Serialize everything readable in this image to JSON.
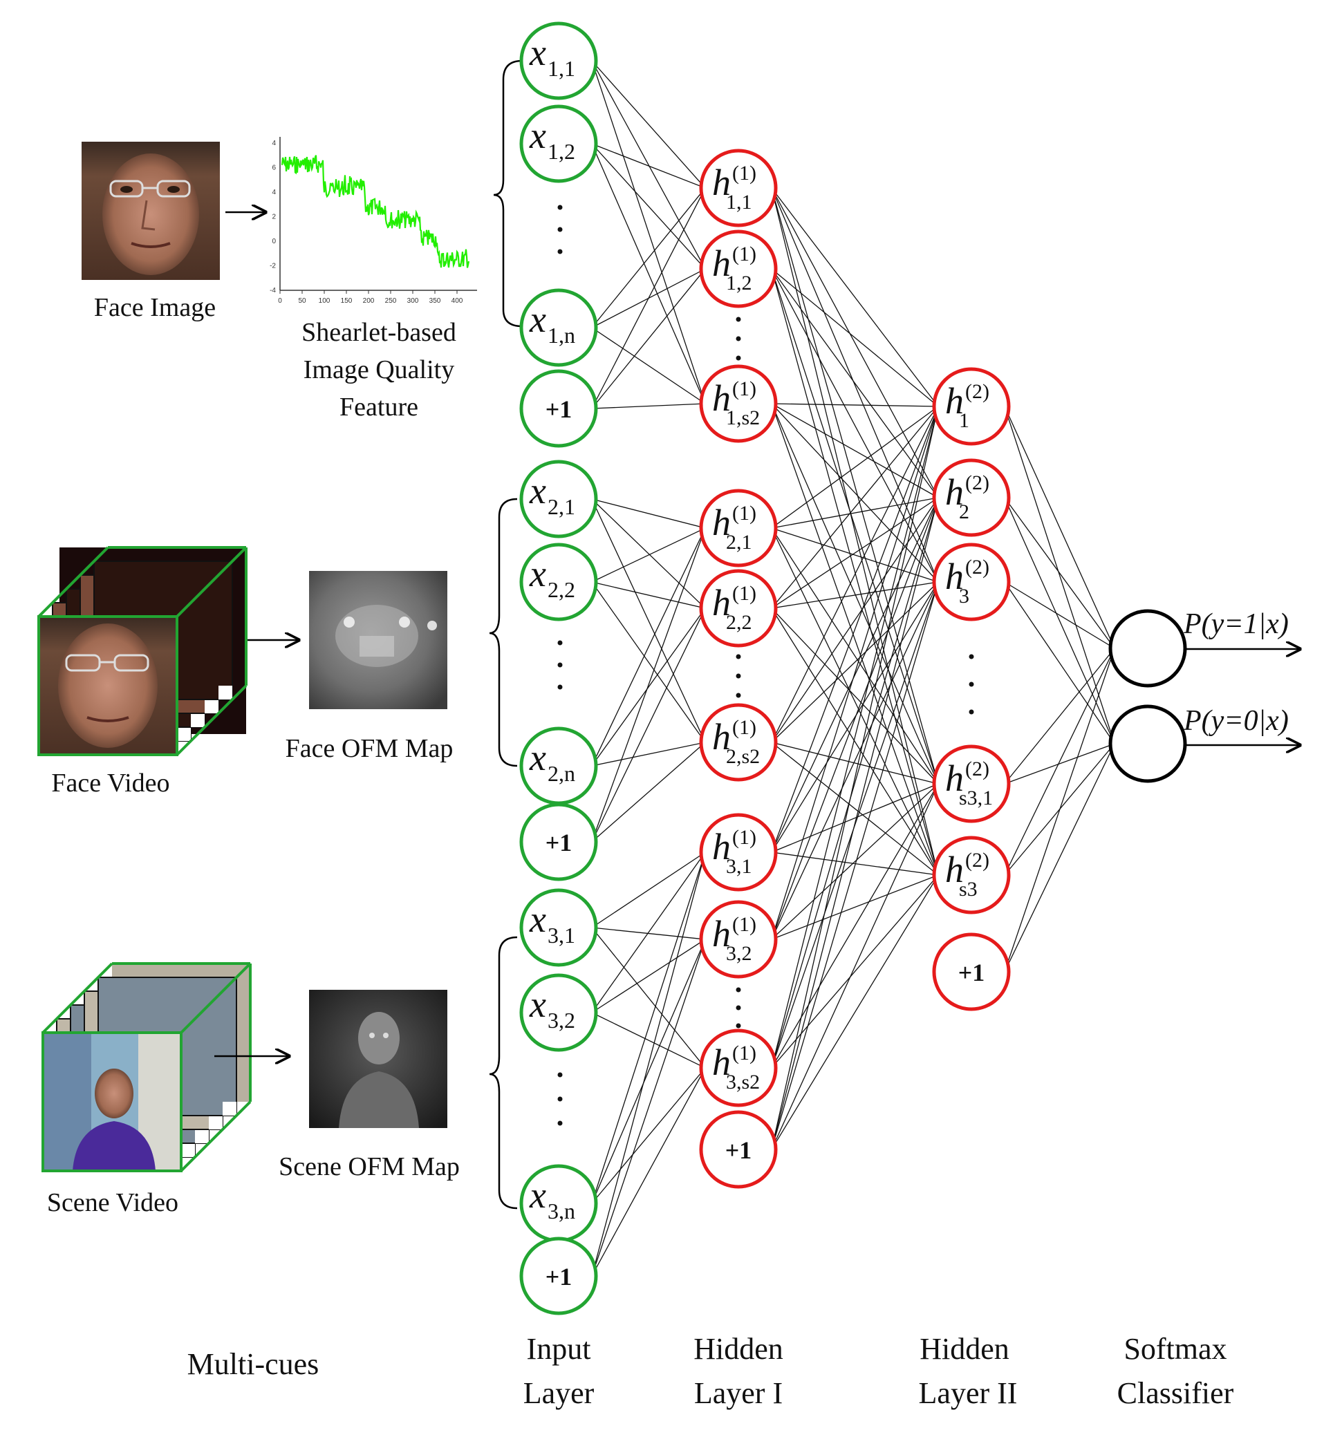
{
  "cues": {
    "face_image_label": "Face Image",
    "face_video_label": "Face Video",
    "scene_video_label": "Scene Video",
    "shearlet_feature_label": [
      "Shearlet-based",
      "Image Quality",
      "Feature"
    ],
    "face_ofm_label": "Face OFM Map",
    "scene_ofm_label": "Scene OFM Map",
    "section_label": "Multi-cues"
  },
  "shearlet_plot": {
    "x_ticks": [
      "0",
      "50",
      "100",
      "150",
      "200",
      "250",
      "300",
      "350",
      "400"
    ],
    "y_ticks": [
      "4",
      "6",
      "4",
      "2",
      "0",
      "-2",
      "-4"
    ],
    "line_color": "#22ee00"
  },
  "column_labels": {
    "input": [
      "Input",
      "Layer"
    ],
    "hidden1": [
      "Hidden",
      "Layer I"
    ],
    "hidden2": [
      "Hidden",
      "Layer II"
    ],
    "softmax": [
      "Softmax",
      "Classifier"
    ]
  },
  "outputs": [
    "P(y=1|x)",
    "P(y=0|x)"
  ],
  "bias_label": "+1",
  "colors": {
    "input_node": "#22a532",
    "hidden_node": "#e51b1b",
    "output_node": "#000000",
    "cube_edge": "#22a532"
  }
}
